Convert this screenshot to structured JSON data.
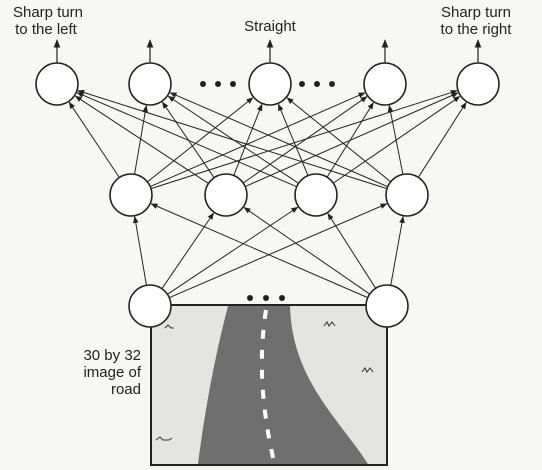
{
  "labels": {
    "sharp_left": [
      "Sharp turn",
      "to the left"
    ],
    "straight": "Straight",
    "sharp_right": [
      "Sharp turn",
      "to the right"
    ],
    "road_image": [
      "30 by 32",
      "image of",
      "road"
    ]
  },
  "colors": {
    "ink": "#222222",
    "background": "#f7f7f5",
    "road": "#6f6f6f",
    "ground": "#e4e4e2"
  },
  "network": {
    "output_nodes": 5,
    "hidden_nodes": 4,
    "input_nodes": 2,
    "ellipsis_between_outputs": true,
    "ellipsis_between_inputs": true
  }
}
